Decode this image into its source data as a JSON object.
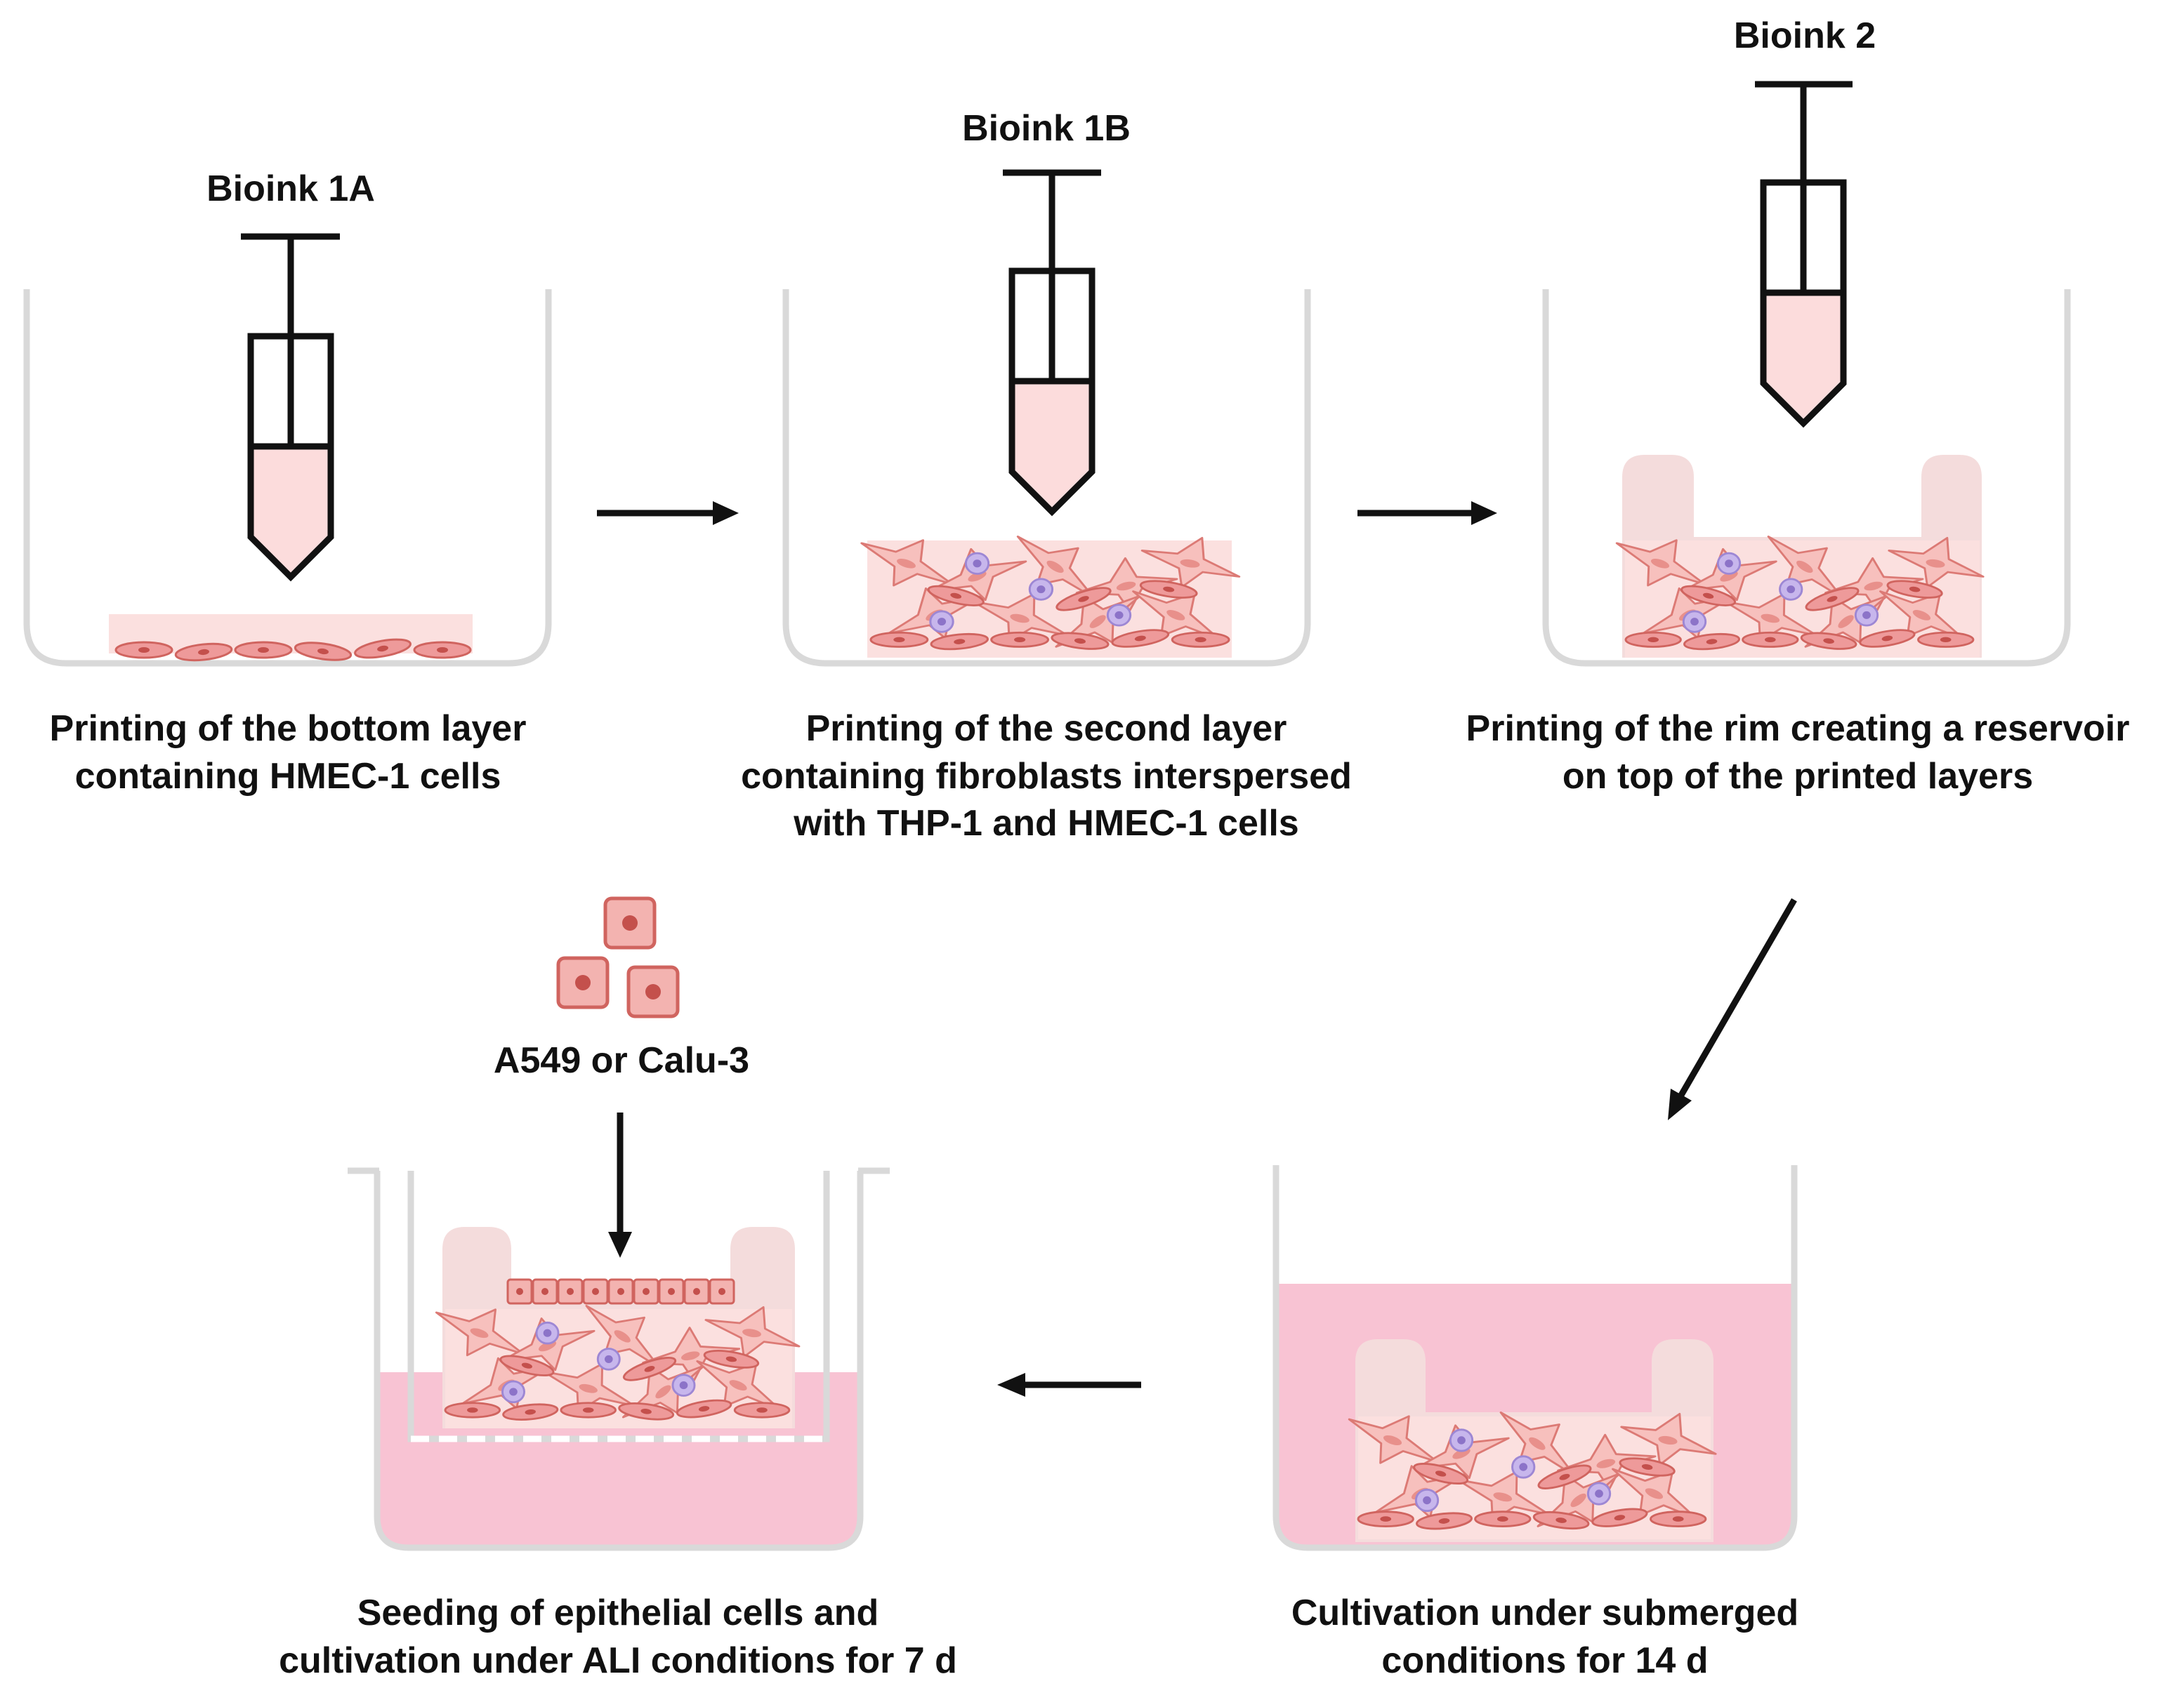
{
  "steps": [
    {
      "caption_1": "Printing of the bottom layer",
      "caption_2": "containing HMEC-1 cells",
      "bioink": "Bioink 1A"
    },
    {
      "caption_1": "Printing of the second layer",
      "caption_2": "containing fibroblasts interspersed",
      "caption_3": "with THP-1 and HMEC-1 cells",
      "bioink": "Bioink 1B"
    },
    {
      "caption_1": "Printing of the rim creating a reservoir",
      "caption_2": "on top of the printed layers",
      "bioink": "Bioink 2"
    },
    {
      "caption_1": "Cultivation under submerged",
      "caption_2": "conditions for 14 d"
    },
    {
      "caption_1": "Seeding of epithelial cells and",
      "caption_2": "cultivation under ALI conditions for 7 d",
      "cells_label": "A549 or Calu-3"
    }
  ],
  "colors": {
    "outline": "#111111",
    "well": "#d9d9d9",
    "gel": "#fbe0df",
    "rim": "#f4dcdc",
    "medium": "#f8c3d3",
    "bioink_fill": "#fcdcdc",
    "cell_fill": "#ee9a9a",
    "cell_stroke": "#d0645f",
    "immune_cell": "#c7b6ec",
    "epithelial": "#f3b3b0"
  }
}
